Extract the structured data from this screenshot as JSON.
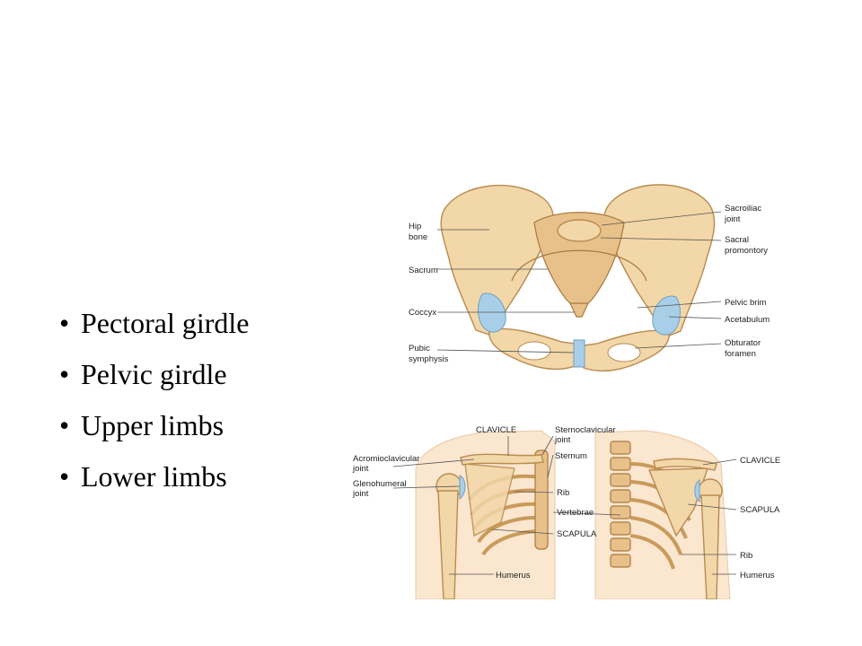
{
  "bullets": [
    "Pectoral girdle",
    "Pelvic girdle",
    "Upper limbs",
    "Lower limbs"
  ],
  "pelvis": {
    "labels_left": [
      "Hip",
      "bone",
      "Sacrum",
      "Coccyx",
      "Pubic",
      "symphysis"
    ],
    "labels_right": [
      "Sacroiliac",
      "joint",
      "Sacral",
      "promontory",
      "Pelvic brim",
      "Acetabulum",
      "Obturator",
      "foramen"
    ]
  },
  "shoulder": {
    "labels": [
      "CLAVICLE",
      "Sternoclavicular",
      "joint",
      "Sternum",
      "Acromioclavicular",
      "joint",
      "Glenohumeral",
      "joint",
      "Rib",
      "Vertebrae",
      "SCAPULA",
      "Humerus",
      "CLAVICLE",
      "SCAPULA",
      "Rib",
      "Humerus"
    ]
  },
  "colors": {
    "bone": "#f2d7a8",
    "cartilage": "#a9cfe8"
  }
}
